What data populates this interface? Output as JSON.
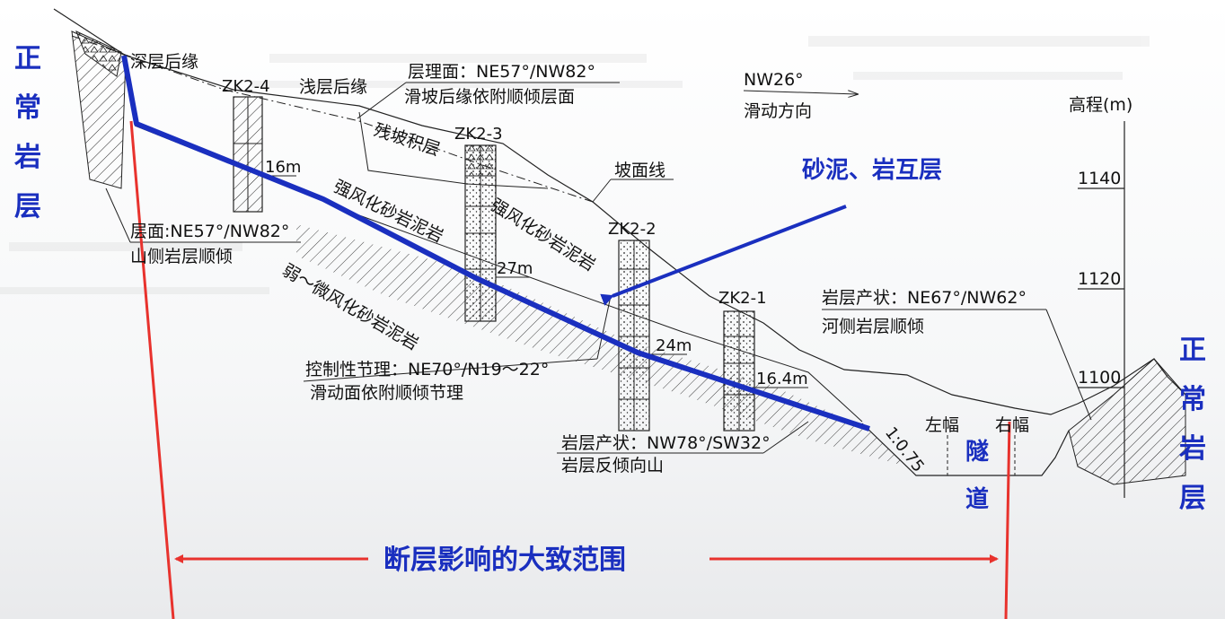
{
  "side_labels": {
    "left": [
      "正",
      "常",
      "岩",
      "层"
    ],
    "right": [
      "正",
      "常",
      "岩",
      "层"
    ]
  },
  "boreholes": {
    "zk2_4": "ZK2-4",
    "zk2_3": "ZK2-3",
    "zk2_2": "ZK2-2",
    "zk2_1": "ZK2-1"
  },
  "depths": {
    "zk2_4": "16m",
    "zk2_3": "27m",
    "zk2_2": "24m",
    "zk2_1": "16.4m"
  },
  "annotations": {
    "deep_rear_edge": "深层后缘",
    "shallow_rear_edge": "浅层后缘",
    "bedding_plane": "层理面：NE57°/NW82°",
    "rear_edge_along_bedding": "滑坡后缘依附顺倾层面",
    "residual_deposit": "残坡积层",
    "slope_line": "坡面线",
    "layer_plane": "层面:NE57°/NW82°",
    "mountain_side_bedding": "山侧岩层顺倾",
    "strongly_weathered_1": "强风化砂岩泥岩",
    "strongly_weathered_2": "强风化砂岩泥岩",
    "weakly_weathered": "弱～微风化砂岩泥岩",
    "controlling_joint": "控制性节理：NE70°/N19～22°",
    "slide_along_joint": "滑动面依附顺倾节理",
    "rock_attitude_left": "岩层产状：NW78°/SW32°",
    "rock_dip_to_mountain": "岩层反倾向山",
    "rock_attitude_right": "岩层产状：NE67°/NW62°",
    "river_side_bedding": "河侧岩层顺倾",
    "slope_ratio": "1:0.75",
    "left_tube": "左幅",
    "right_tube": "右幅"
  },
  "direction": {
    "azimuth": "NW26°",
    "label": "滑动方向"
  },
  "elevation_axis": {
    "label": "高程(m)",
    "ticks": [
      "1140",
      "1120",
      "1100"
    ]
  },
  "highlights": {
    "sand_mud": "砂泥、岩互层",
    "tunnel": [
      "隧",
      "道"
    ],
    "fault_range": "断层影响的大致范围"
  }
}
